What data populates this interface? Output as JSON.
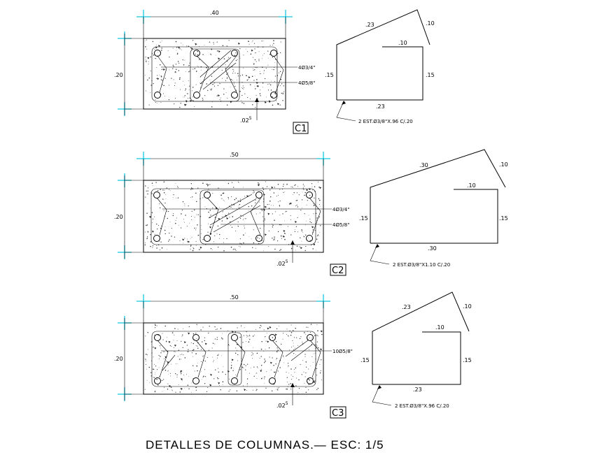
{
  "title": "DETALLES DE COLUMNAS.— ESC: 1/5",
  "accent_color": "#10c8e0",
  "columns": [
    {
      "tag": "C1",
      "width_dim": ".40",
      "height_dim": ".20",
      "cover_base": ".02",
      "cover_exp": "5",
      "bars_top": "4Ø3/4\"",
      "bars_bottom": "4Ø5/8\"",
      "stirrup": {
        "top_slope": ".23",
        "hook": ".10",
        "inner": ".10",
        "left": ".15",
        "right": ".15",
        "bottom": ".23",
        "note": "2 EST.Ø3/8\"X.96 C/.20"
      }
    },
    {
      "tag": "C2",
      "width_dim": ".50",
      "height_dim": ".20",
      "cover_base": ".02",
      "cover_exp": "5",
      "bars_top": "4Ø3/4\"",
      "bars_bottom": "4Ø5/8\"",
      "stirrup": {
        "top_slope": ".30",
        "hook": ".10",
        "inner": ".10",
        "left": ".15",
        "right": ".15",
        "bottom": ".30",
        "note": "2 EST.Ø3/8\"X1.10 C/.20"
      }
    },
    {
      "tag": "C3",
      "width_dim": ".50",
      "height_dim": ".20",
      "cover_base": ".02",
      "cover_exp": "5",
      "bars_single": "10Ø5/8\"",
      "stirrup": {
        "top_slope": ".23",
        "hook": ".10",
        "inner": ".10",
        "left": ".15",
        "right": ".15",
        "bottom": ".23",
        "note": "2 EST.Ø3/8\"X.96 C/.20"
      }
    }
  ]
}
